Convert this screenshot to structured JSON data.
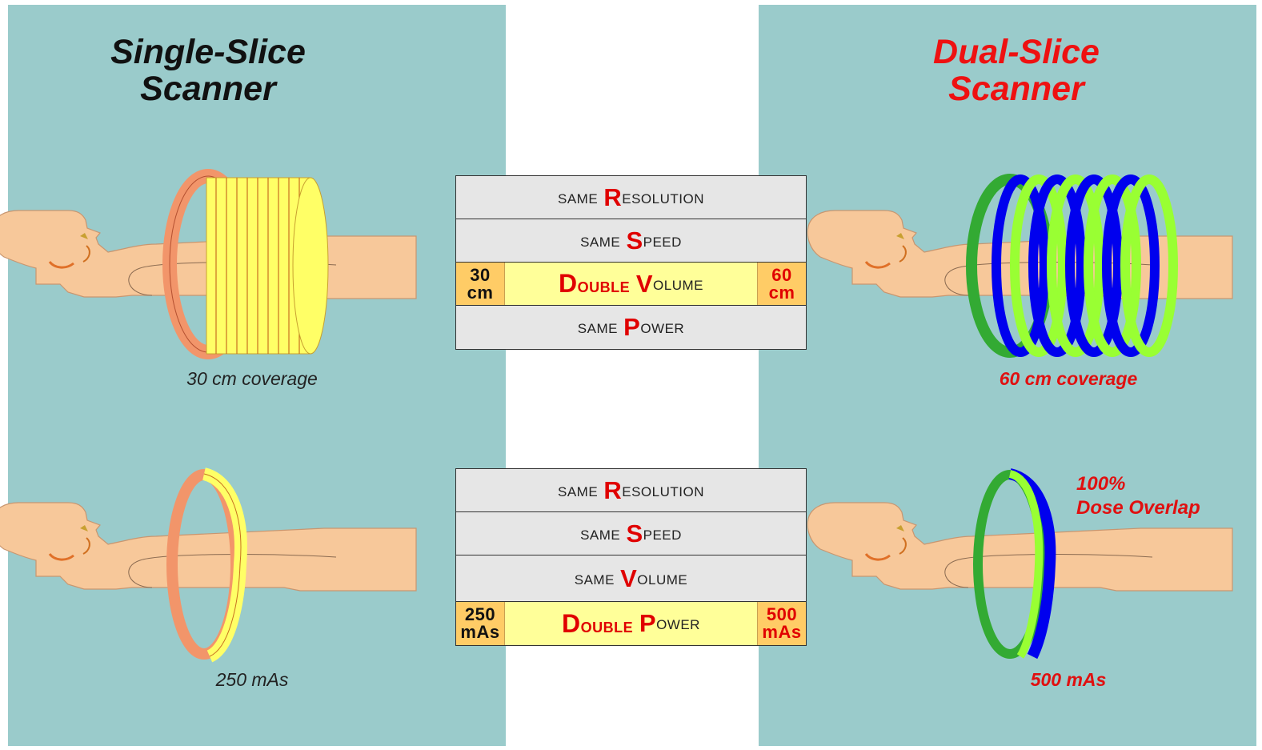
{
  "left": {
    "title_line1": "Single-Slice",
    "title_line2": "Scanner",
    "caption_top": "30 cm coverage",
    "caption_bottom": "250 mAs"
  },
  "right": {
    "title_line1": "Dual-Slice",
    "title_line2": "Scanner",
    "caption_top": "60 cm coverage",
    "caption_bottom": "500 mAs",
    "overlap_line1": "100%",
    "overlap_line2": "Dose Overlap"
  },
  "table_top": {
    "rows": [
      {
        "prefix": "same ",
        "cap": "R",
        "rest": "esolution"
      },
      {
        "prefix": "same ",
        "cap": "S",
        "rest": "peed"
      },
      {
        "prefix": "",
        "cap": "D",
        "rest": "ouble",
        "cap2": "V",
        "rest2": "olume",
        "left_val": "30",
        "left_unit": "cm",
        "right_val": "60",
        "right_unit": "cm"
      },
      {
        "prefix": "same ",
        "cap": "P",
        "rest": "ower"
      }
    ]
  },
  "table_bottom": {
    "rows": [
      {
        "prefix": "same ",
        "cap": "R",
        "rest": "esolution"
      },
      {
        "prefix": "same ",
        "cap": "S",
        "rest": "peed"
      },
      {
        "prefix": "same ",
        "cap": "V",
        "rest": "olume"
      },
      {
        "prefix": "",
        "cap": "D",
        "rest": "ouble",
        "cap2": "P",
        "rest2": "ower",
        "left_val": "250",
        "left_unit": "mAs",
        "right_val": "500",
        "right_unit": "mAs"
      }
    ]
  },
  "colors": {
    "panel": "#9acbcb",
    "skin": "#f7c89a",
    "ring_yellow": "#ffff66",
    "ring_orange": "#f2956a",
    "ring_green": "#99ff33",
    "ring_blue": "#0000ee",
    "ring_dark_green": "#33aa33",
    "accent_red": "#e00000"
  }
}
